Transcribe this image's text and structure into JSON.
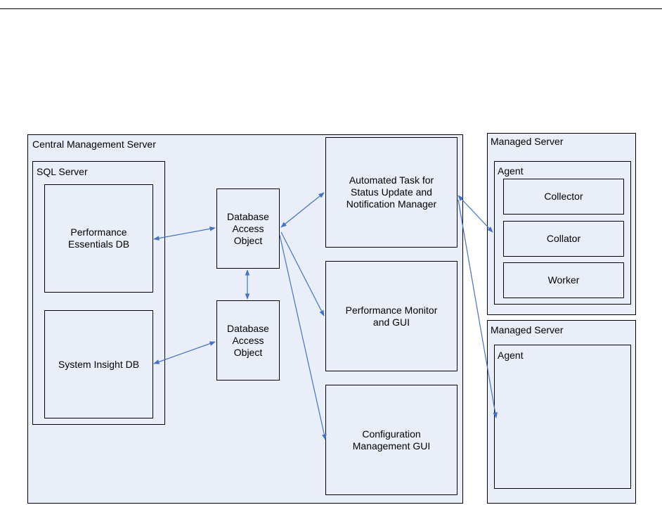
{
  "central_server": {
    "title": "Central Management Server",
    "sql_server": {
      "title": "SQL Server",
      "performance_db": [
        "Performance",
        "Essentials DB"
      ],
      "system_insight_db": "System Insight DB"
    },
    "dao_top": [
      "Database",
      "Access",
      "Object"
    ],
    "dao_bottom": [
      "Database",
      "Access",
      "Object"
    ],
    "automated_task": [
      "Automated Task for",
      "Status Update and",
      "Notification Manager"
    ],
    "performance_monitor": [
      "Performance Monitor",
      "and GUI"
    ],
    "config_gui": [
      "Configuration",
      "Management GUI"
    ]
  },
  "managed_server_1": {
    "title": "Managed Server",
    "agent": {
      "title": "Agent",
      "components": [
        "Collector",
        "Collator",
        "Worker"
      ]
    }
  },
  "managed_server_2": {
    "title": "Managed Server",
    "agent": {
      "title": "Agent"
    }
  },
  "colors": {
    "box_fill": "#e9eef8",
    "connector": "#4472c4",
    "border": "#000000"
  }
}
